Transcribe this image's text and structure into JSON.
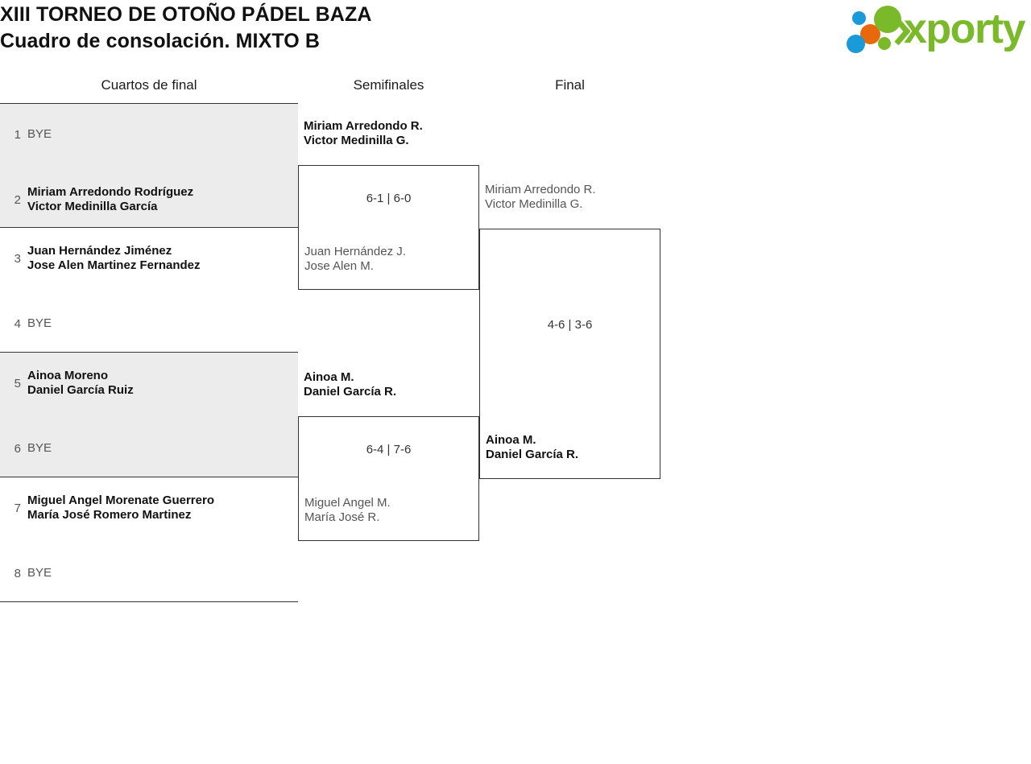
{
  "header": {
    "title_line1": "XIII TORNEO DE OTOÑO PÁDEL BAZA",
    "title_line2": "Cuadro de consolación. MIXTO B",
    "logo_text": "xporty",
    "colors": {
      "green": "#7ab929",
      "blue": "#1a9bd7",
      "orange": "#e8690b"
    }
  },
  "rounds": {
    "quarterfinals_label": "Cuartos de final",
    "semifinals_label": "Semifinales",
    "final_label": "Final"
  },
  "quarterfinals": {
    "entries": [
      {
        "seed": "1",
        "p1": "BYE",
        "p2": "",
        "bye": true
      },
      {
        "seed": "2",
        "p1": "Miriam Arredondo Rodríguez",
        "p2": "Victor Medinilla García",
        "bye": false
      },
      {
        "seed": "3",
        "p1": "Juan Hernández Jiménez",
        "p2": "Jose Alen Martinez Fernandez",
        "bye": false
      },
      {
        "seed": "4",
        "p1": "BYE",
        "p2": "",
        "bye": true
      },
      {
        "seed": "5",
        "p1": "Ainoa Moreno",
        "p2": "Daniel García Ruiz",
        "bye": false
      },
      {
        "seed": "6",
        "p1": "BYE",
        "p2": "",
        "bye": true
      },
      {
        "seed": "7",
        "p1": "Miguel Angel Morenate Guerrero",
        "p2": "María José Romero Martinez",
        "bye": false
      },
      {
        "seed": "8",
        "p1": "BYE",
        "p2": "",
        "bye": true
      }
    ]
  },
  "semifinals": [
    {
      "top_p1": "Miriam Arredondo R.",
      "top_p2": "Victor Medinilla G.",
      "bottom_p1": "Juan Hernández J.",
      "bottom_p2": "Jose Alen M.",
      "score": "6-1 | 6-0"
    },
    {
      "top_p1": "Ainoa M.",
      "top_p2": "Daniel García R.",
      "bottom_p1": "Miguel Angel M.",
      "bottom_p2": "María José R.",
      "score": "6-4 | 7-6"
    }
  ],
  "final": {
    "top_p1": "Miriam Arredondo R.",
    "top_p2": "Victor Medinilla G.",
    "bottom_p1": "Ainoa M.",
    "bottom_p2": "Daniel García R.",
    "score": "4-6 | 3-6"
  }
}
